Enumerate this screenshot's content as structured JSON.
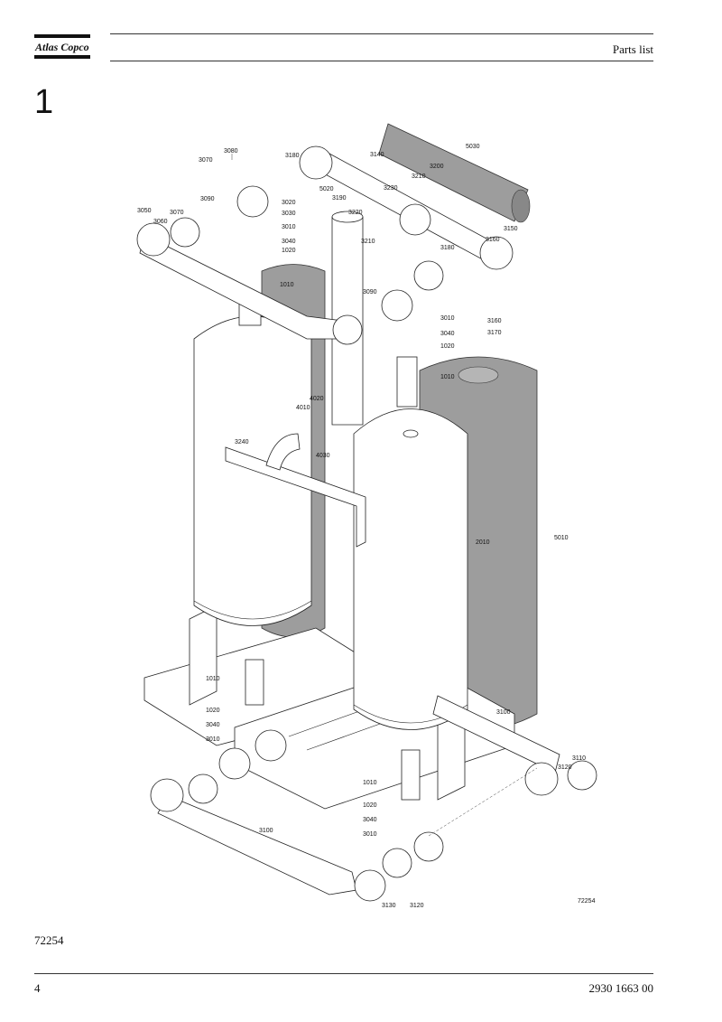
{
  "header": {
    "brand": "Atlas Copco",
    "title": "Parts list"
  },
  "section": {
    "number": "1"
  },
  "drawing": {
    "figure_id": "72254",
    "labels": [
      "3080",
      "3070",
      "3180",
      "5020",
      "3190",
      "3140",
      "5030",
      "3210",
      "3200",
      "3230",
      "3090",
      "3020",
      "3030",
      "3010",
      "3040",
      "1020",
      "3050",
      "3060",
      "3070",
      "3220",
      "3210",
      "3160",
      "3150",
      "3180",
      "1010",
      "3090",
      "3010",
      "3160",
      "3170",
      "3040",
      "1020",
      "1010",
      "4020",
      "4010",
      "4030",
      "3240",
      "2010",
      "5010",
      "1010",
      "1020",
      "3040",
      "3010",
      "3100",
      "3110",
      "3120",
      "1010",
      "1020",
      "3040",
      "3010",
      "3100",
      "3130",
      "3120"
    ]
  },
  "footer": {
    "caption": "72254",
    "page_number": "4",
    "document_number": "2930 1663 00"
  }
}
